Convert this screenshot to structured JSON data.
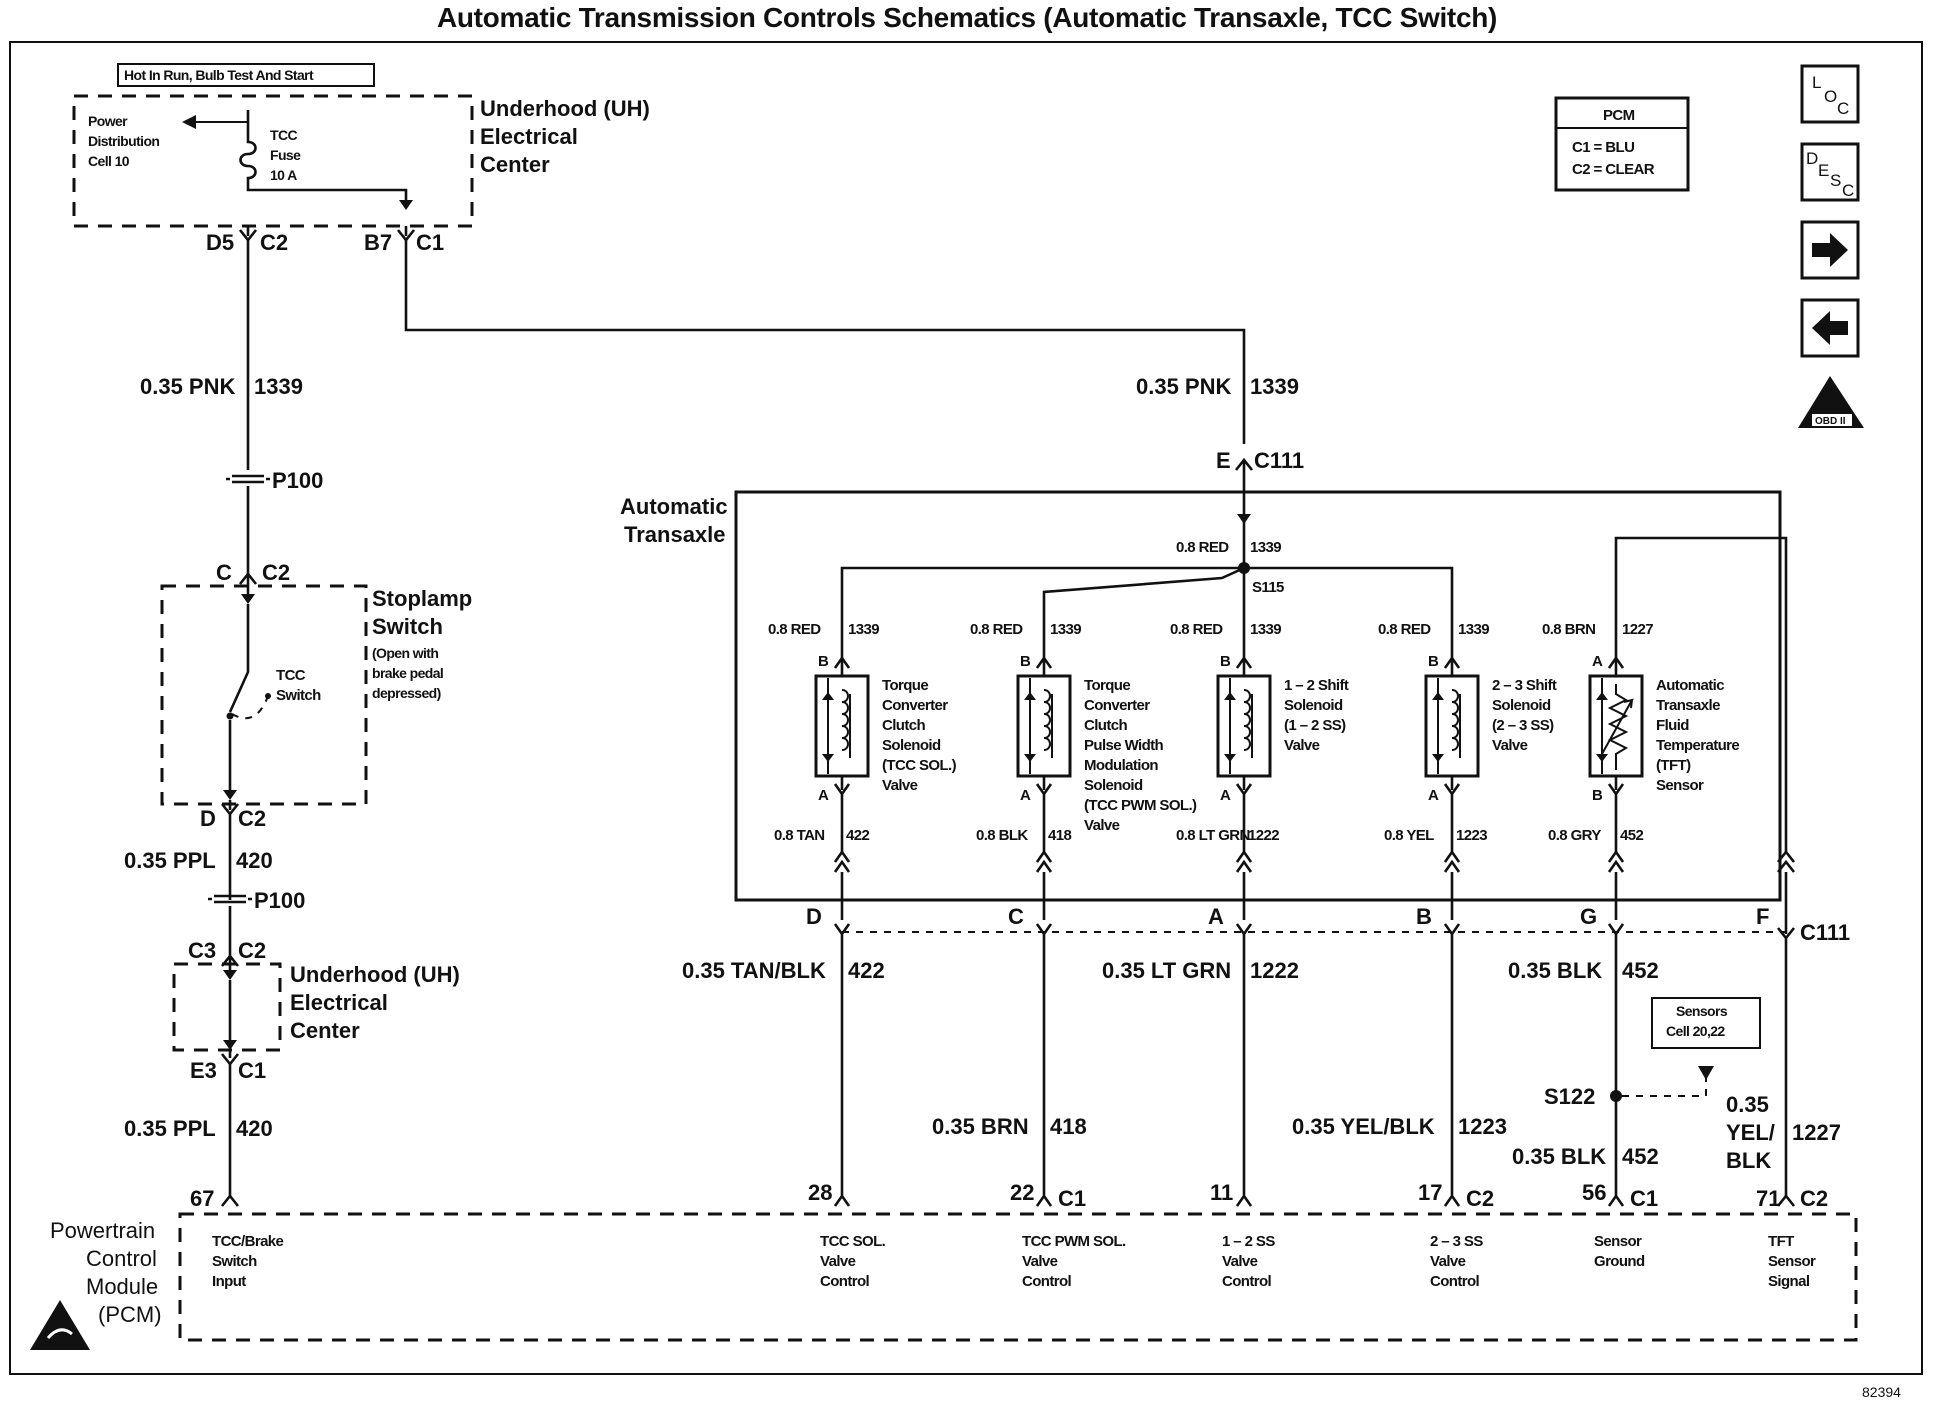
{
  "title": "Automatic Transmission Controls Schematics (Automatic Transaxle, TCC Switch)",
  "figure_number": "82394",
  "nav": {
    "loc_letters": [
      "L",
      "O",
      "C"
    ],
    "desc_letters": [
      "D",
      "E",
      "S",
      "C"
    ],
    "forward_glyph": "➡",
    "back_glyph": "⬅",
    "obd_label": "OBD II"
  },
  "pcm_legend": {
    "header": "PCM",
    "c1": "C1 = BLU",
    "c2": "C2 = CLEAR"
  },
  "top_label": "Hot In Run, Bulb Test And Start",
  "uh_center": {
    "name_lines": [
      "Underhood (UH)",
      "Electrical",
      "Center"
    ],
    "power_dist_lines": [
      "Power",
      "Distribution",
      "Cell 10"
    ],
    "fuse_lines": [
      "TCC",
      "Fuse",
      "10 A"
    ],
    "conn_left": "D5",
    "conn_left_c": "C2",
    "conn_right": "B7",
    "conn_right_c": "C1"
  },
  "left_circuit": {
    "wire1_gauge": "0.35 PNK",
    "wire1_num": "1339",
    "splice1": "P100",
    "stoplamp_conn_top": "C",
    "stoplamp_conn_top_c": "C2",
    "stoplamp_name_lines": [
      "Stoplamp",
      "Switch"
    ],
    "stoplamp_note_lines": [
      "(Open with",
      "brake pedal",
      "depressed)"
    ],
    "tcc_switch_lines": [
      "TCC",
      "Switch"
    ],
    "stoplamp_conn_bot": "D",
    "stoplamp_conn_bot_c": "C2",
    "wire2_gauge": "0.35 PPL",
    "wire2_num": "420",
    "splice2": "P100",
    "uh2_conn_top": "C3",
    "uh2_conn_top_c": "C2",
    "uh2_name_lines": [
      "Underhood (UH)",
      "Electrical",
      "Center"
    ],
    "uh2_conn_bot": "E3",
    "uh2_conn_bot_c": "C1",
    "wire3_gauge": "0.35 PPL",
    "wire3_num": "420",
    "pcm_pin": "67"
  },
  "feed": {
    "wire_gauge": "0.35 PNK",
    "wire_num": "1339",
    "conn_pin": "E",
    "conn_name": "C111",
    "inner_gauge": "0.8 RED",
    "inner_num": "1339",
    "splice": "S115"
  },
  "transaxle": {
    "name_lines": [
      "Automatic",
      "Transaxle"
    ]
  },
  "components": [
    {
      "top_gauge": "0.8 RED",
      "top_num": "1339",
      "pin_top": "B",
      "pin_bot": "A",
      "label_lines": [
        "Torque",
        "Converter",
        "Clutch",
        "Solenoid",
        "(TCC SOL.)",
        "Valve"
      ],
      "bot_gauge": "0.8 TAN",
      "bot_num": "422",
      "c111_pin": "D",
      "ext_gauge": "0.35 TAN/BLK",
      "ext_num": "422",
      "pcm_pin": "28",
      "pcm_conn": "",
      "pcm_label_lines": [
        "TCC SOL.",
        "Valve",
        "Control"
      ]
    },
    {
      "top_gauge": "0.8 RED",
      "top_num": "1339",
      "pin_top": "B",
      "pin_bot": "A",
      "label_lines": [
        "Torque",
        "Converter",
        "Clutch",
        "Pulse Width",
        "Modulation",
        "Solenoid",
        "(TCC PWM SOL.)",
        "Valve"
      ],
      "bot_gauge": "0.8 BLK",
      "bot_num": "418",
      "c111_pin": "C",
      "ext_gauge": "0.35 BRN",
      "ext_num": "418",
      "pcm_pin": "22",
      "pcm_conn": "C1",
      "pcm_label_lines": [
        "TCC PWM SOL.",
        "Valve",
        "Control"
      ]
    },
    {
      "top_gauge": "0.8 RED",
      "top_num": "1339",
      "pin_top": "B",
      "pin_bot": "A",
      "label_lines": [
        "1 – 2 Shift",
        "Solenoid",
        "(1 – 2 SS)",
        "Valve"
      ],
      "bot_gauge": "0.8 LT GRN",
      "bot_num": "1222",
      "c111_pin": "A",
      "ext_gauge": "0.35 LT GRN",
      "ext_num": "1222",
      "pcm_pin": "11",
      "pcm_conn": "",
      "pcm_label_lines": [
        "1 – 2 SS",
        "Valve",
        "Control"
      ]
    },
    {
      "top_gauge": "0.8 RED",
      "top_num": "1339",
      "pin_top": "B",
      "pin_bot": "A",
      "label_lines": [
        "2 – 3 Shift",
        "Solenoid",
        "(2 – 3 SS)",
        "Valve"
      ],
      "bot_gauge": "0.8 YEL",
      "bot_num": "1223",
      "c111_pin": "B",
      "ext_gauge": "0.35 YEL/BLK",
      "ext_num": "1223",
      "pcm_pin": "17",
      "pcm_conn": "C2",
      "pcm_label_lines": [
        "2 – 3 SS",
        "Valve",
        "Control"
      ]
    },
    {
      "top_gauge": "0.8 BRN",
      "top_num": "1227",
      "pin_top": "A",
      "pin_bot": "B",
      "label_lines": [
        "Automatic",
        "Transaxle",
        "Fluid",
        "Temperature",
        "(TFT)",
        "Sensor"
      ],
      "bot_gauge": "0.8 GRY",
      "bot_num": "452",
      "c111_pin": "G",
      "ext_gauge": "0.35 BLK",
      "ext_num": "452",
      "pcm_pin": "56",
      "pcm_conn": "C1",
      "pcm_label_lines": [
        "Sensor",
        "Ground"
      ]
    }
  ],
  "tft_return": {
    "c111_pin": "F",
    "c111_name": "C111",
    "gauge_lines": [
      "0.35",
      "YEL/",
      "BLK"
    ],
    "num": "1227",
    "pcm_pin": "71",
    "pcm_conn": "C2",
    "pcm_label_lines": [
      "TFT",
      "Sensor",
      "Signal"
    ]
  },
  "ground_splice": {
    "name": "S122",
    "ref_lines": [
      "Sensors",
      "Cell 20,22"
    ],
    "below_gauge": "0.35 BLK",
    "below_num": "452"
  },
  "pcm": {
    "name_lines": [
      "Powertrain",
      "Control",
      "Module",
      "(PCM)"
    ],
    "input_label_lines": [
      "TCC/Brake",
      "Switch",
      "Input"
    ]
  }
}
